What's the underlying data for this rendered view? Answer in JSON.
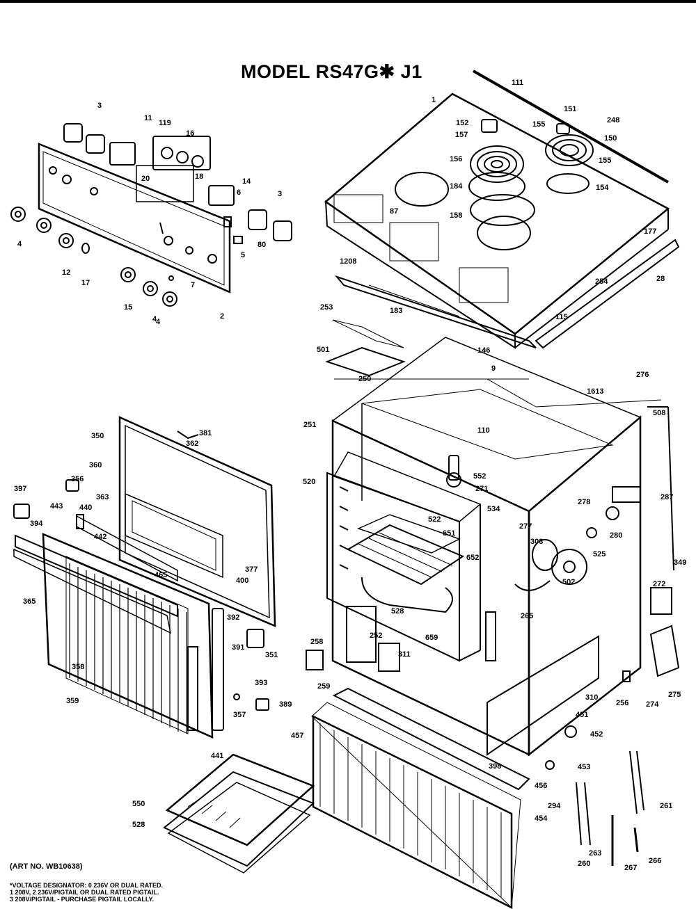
{
  "title": "MODEL RS47G✱ J1",
  "art_no": "(ART NO. WB10638)",
  "notes": [
    "*VOLTAGE DESIGNATOR: 0 236V OR DUAL RATED.",
    "1 208V, 2 236V/PIGTAIL OR DUAL RATED PIGTAIL.",
    "3 208V/PIGTAIL - PURCHASE PIGTAIL LOCALLY."
  ],
  "callouts": [
    "3",
    "11",
    "119",
    "16",
    "20",
    "18",
    "14",
    "6",
    "3",
    "80",
    "5",
    "4",
    "4",
    "12",
    "17",
    "15",
    "4",
    "7",
    "2",
    "111",
    "1",
    "151",
    "248",
    "152",
    "155",
    "157",
    "150",
    "156",
    "155",
    "184",
    "154",
    "158",
    "87",
    "1208",
    "177",
    "253",
    "183",
    "254",
    "28",
    "115",
    "501",
    "146",
    "9",
    "250",
    "1613",
    "276",
    "251",
    "508",
    "110",
    "520",
    "552",
    "271",
    "287",
    "278",
    "534",
    "522",
    "651",
    "277",
    "280",
    "303",
    "525",
    "502",
    "652",
    "349",
    "272",
    "528",
    "265",
    "659",
    "258",
    "252",
    "311",
    "259",
    "275",
    "256",
    "274",
    "310",
    "451",
    "452",
    "457",
    "453",
    "398",
    "456",
    "454",
    "261",
    "294",
    "263",
    "260",
    "267",
    "266",
    "550",
    "528",
    "350",
    "381",
    "362",
    "360",
    "397",
    "356",
    "363",
    "443",
    "440",
    "394",
    "442",
    "465",
    "377",
    "400",
    "365",
    "392",
    "391",
    "351",
    "393",
    "358",
    "359",
    "357",
    "389",
    "441"
  ]
}
